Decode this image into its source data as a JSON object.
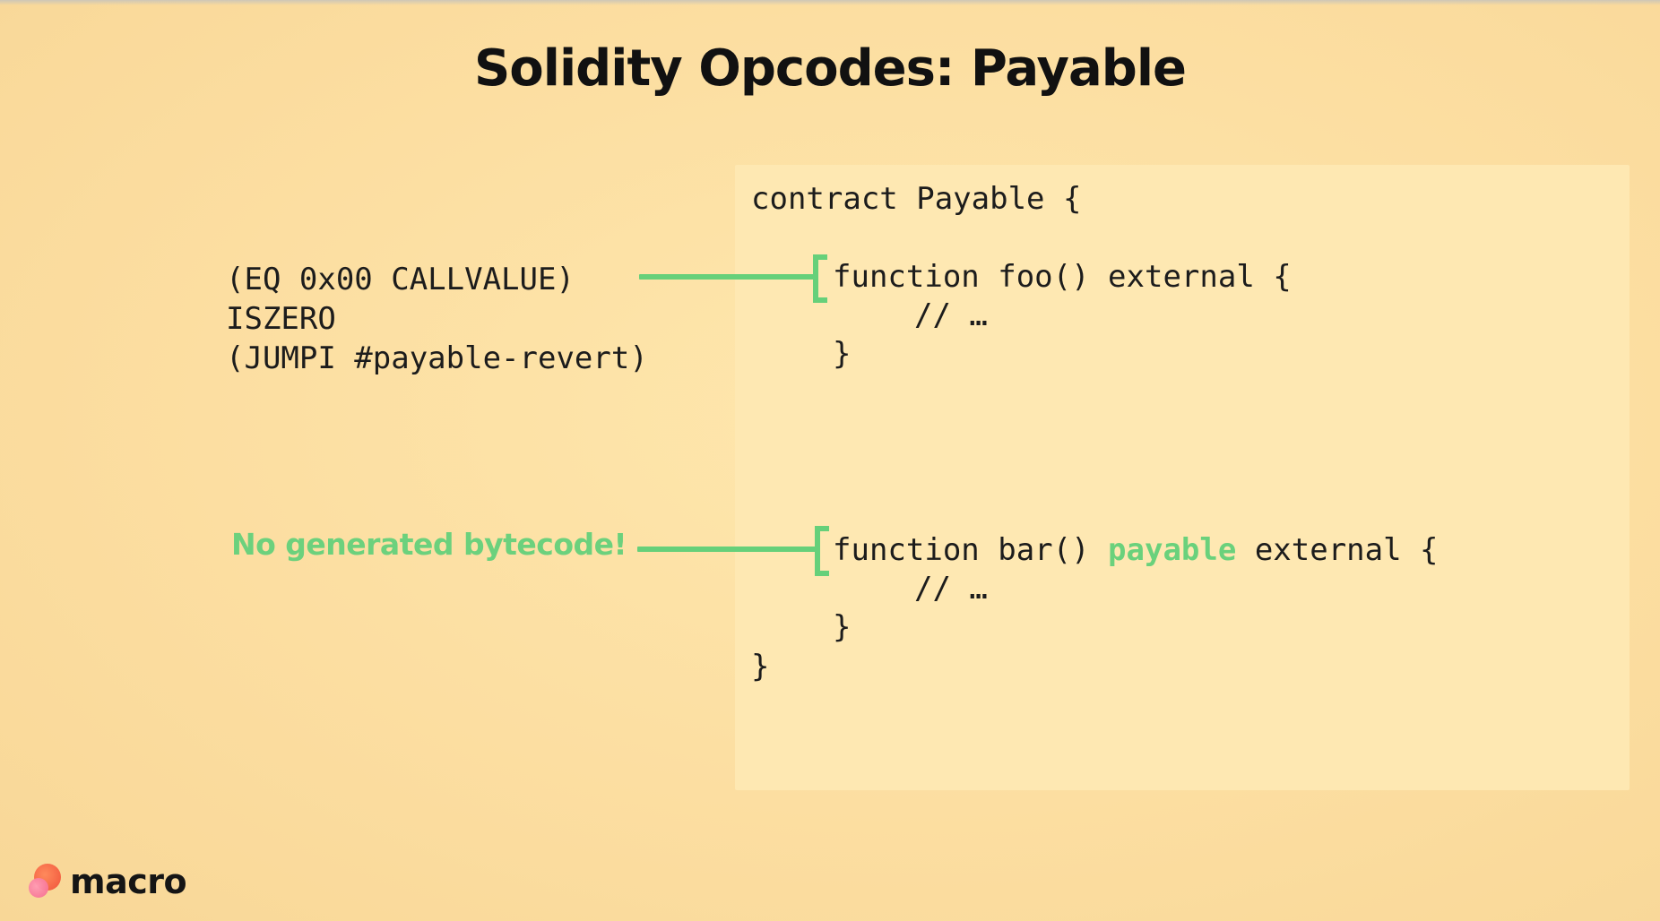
{
  "slide": {
    "title": "Solidity Opcodes: Payable"
  },
  "opcodes": {
    "line1": "(EQ 0x00 CALLVALUE)",
    "line2": "ISZERO",
    "line3": "(JUMPI #payable-revert)"
  },
  "annotation": {
    "no_bytecode": "No generated bytecode!"
  },
  "code": {
    "contract_open": "contract Payable {",
    "foo_signature": "function foo() external {",
    "foo_body": "// …",
    "foo_close": "}",
    "bar_prefix": "function bar() ",
    "bar_keyword": "payable",
    "bar_suffix": " external {",
    "bar_body": "// …",
    "bar_close": "}",
    "contract_close": "}"
  },
  "logo": {
    "text": "macro"
  },
  "colors": {
    "background": "#fbdfa0",
    "code_panel": "#fee8b2",
    "accent_green": "#66d07a",
    "text": "#1c1c1c"
  }
}
